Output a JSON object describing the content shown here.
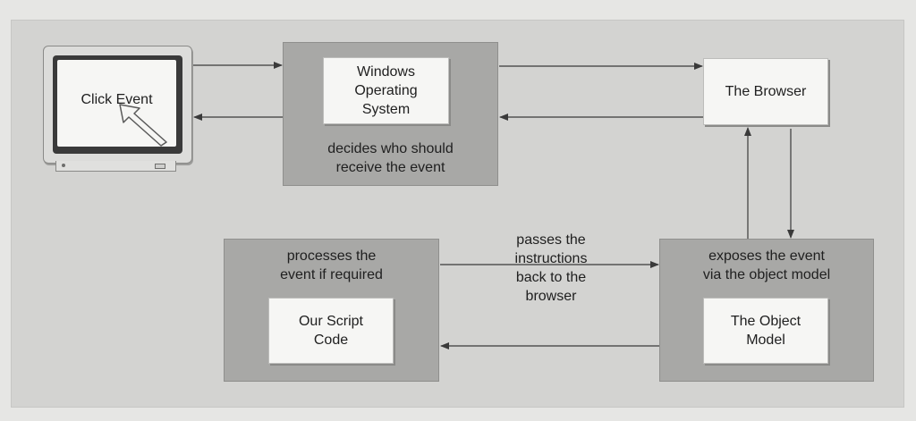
{
  "diagram": {
    "click_event": "Click Event",
    "windows_os": "Windows\nOperating\nSystem",
    "windows_caption": "decides who should\nreceive the event",
    "browser": "The Browser",
    "object_model_caption": "exposes the event\nvia the object model",
    "object_model": "The Object\nModel",
    "script_caption": "processes the\nevent if required",
    "script_code": "Our Script\nCode",
    "passes_label": "passes the\ninstructions\nback to the\nbrowser"
  },
  "colors": {
    "background": "#d3d3d1",
    "panel": "#a8a8a6",
    "card": "#f6f6f4",
    "arrow": "#3a3a3a"
  },
  "icons": [
    "monitor-icon",
    "cursor-arrow-icon"
  ]
}
